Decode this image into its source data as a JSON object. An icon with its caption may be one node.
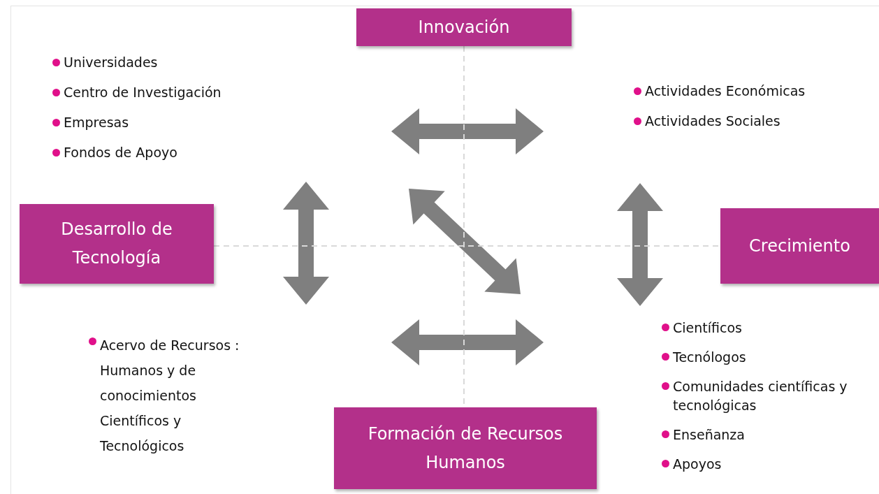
{
  "diagram": {
    "nodes": [
      {
        "text": [
          "Innovación"
        ]
      },
      {
        "text": [
          "Desarrollo de Tecnología"
        ]
      },
      {
        "text": [
          "Crecimiento"
        ]
      },
      {
        "text": [
          "Formación de Recursos Humanos"
        ]
      },
      {
        "text": [
          "Universidades",
          "Centro de Investigación",
          "Empresas",
          "Fondos de Apoyo"
        ]
      },
      {
        "text": [
          "Actividades Económicas",
          "Actividades Sociales"
        ]
      },
      {
        "text": [
          "Acervo de Recursos : Humanos y de conocimientos Científicos y Tecnológicos"
        ]
      },
      {
        "text": [
          "Científicos",
          "Tecnólogos",
          "Comunidades científicas y tecnológicas",
          "Enseñanza",
          "Apoyos"
        ]
      }
    ],
    "edges": [
      {
        "from": 0,
        "to": 3,
        "arrow": "none",
        "style": "dashed"
      },
      {
        "from": 1,
        "to": 2,
        "arrow": "none",
        "style": "dashed"
      }
    ]
  }
}
